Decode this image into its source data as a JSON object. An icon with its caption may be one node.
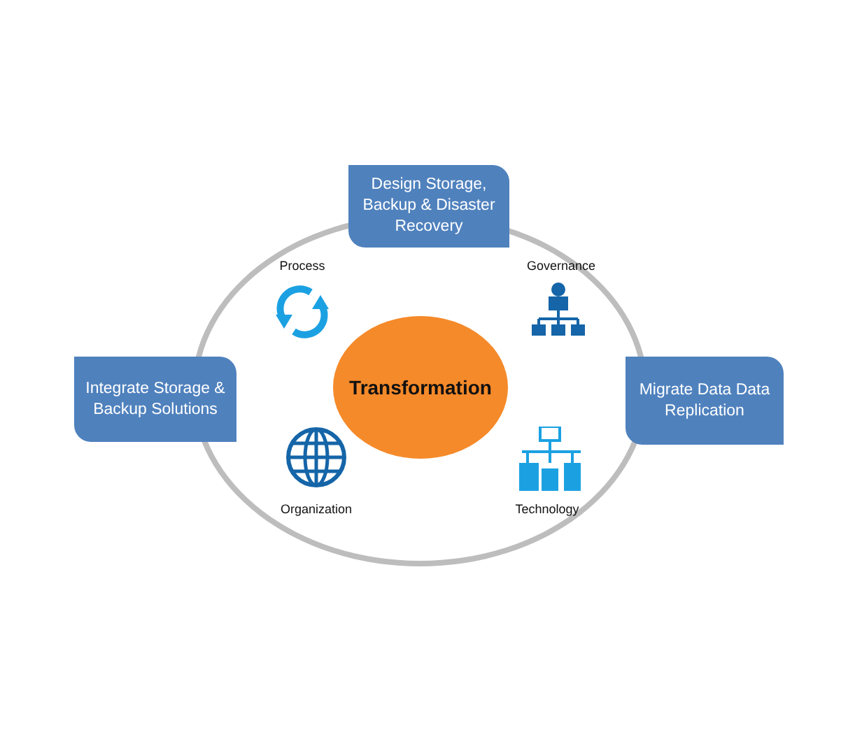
{
  "diagram": {
    "nodes": [
      {
        "text": [],
        "shape": "ellipse"
      },
      {
        "text": [
          "Design Storage, Backup & Disaster Recovery"
        ]
      },
      {
        "text": [
          "Process"
        ],
        "in": 0
      },
      {
        "text": [
          "Governance"
        ],
        "in": 0
      },
      {
        "text": [
          "Integrate Storage & Backup Solutions"
        ]
      },
      {
        "text": [
          "Transformation"
        ],
        "in": 0
      },
      {
        "text": [
          "Migrate Data Data Replication"
        ]
      },
      {
        "text": [
          "Organization"
        ],
        "in": 0
      },
      {
        "text": [
          "Technology"
        ],
        "in": 0
      }
    ],
    "edges": []
  }
}
